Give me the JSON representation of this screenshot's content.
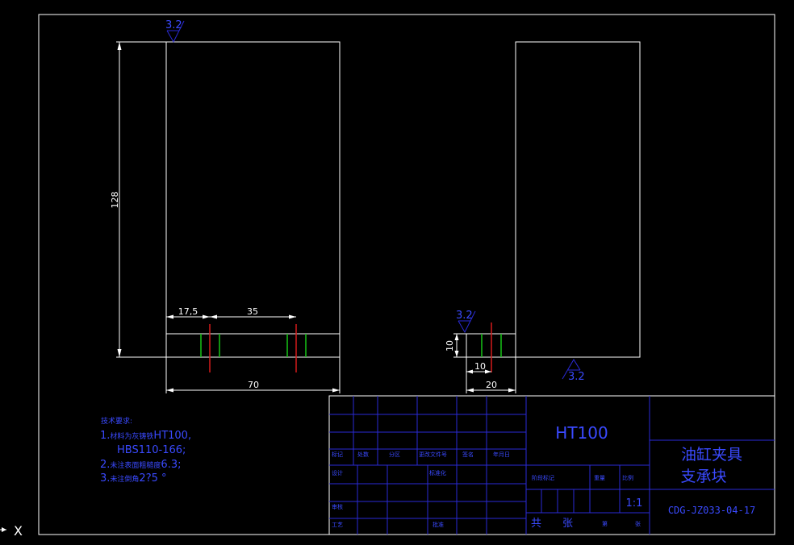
{
  "dimensions": {
    "height_128": "128",
    "d_17_5": "17,5",
    "d_35": "35",
    "d_70": "70",
    "d_10v": "10",
    "d_10h": "10",
    "d_20": "20"
  },
  "roughness": {
    "top_left": "3.2",
    "side_view": "3.2",
    "bottom_right": "3.2"
  },
  "tech_requirements": {
    "title": "技术要求:",
    "line1_prefix": "1.",
    "line1_small": "材料为灰铸铁",
    "line1_main": "HT100,",
    "line2": "HBS110-166;",
    "line3_prefix": "2.",
    "line3_small": "未注表面粗糙度",
    "line3_main": "6.3;",
    "line4_prefix": "3.",
    "line4_small": "未注倒角",
    "line4_main": "2?5 °"
  },
  "title_block": {
    "material": "HT100",
    "name_line1": "油缸夹具",
    "name_line2": "支承块",
    "code": "CDG-JZ033-04-17",
    "scale": "1:1",
    "labels": {
      "biaoji": "标记",
      "chushu": "处数",
      "fenqu": "分区",
      "gengai": "更改文件号",
      "qianming": "签名",
      "nianyueri": "年月日",
      "sheji": "设计",
      "biaozhunhua": "标准化",
      "jieduan": "阶段标记",
      "zhongliang": "重量",
      "bili": "比例",
      "shenhe": "审核",
      "gongyi": "工艺",
      "pizhun": "批准",
      "gong": "共",
      "zhang1": "张",
      "di": "第",
      "zhang2": "张"
    }
  },
  "ucs": {
    "axis_label": "X"
  }
}
